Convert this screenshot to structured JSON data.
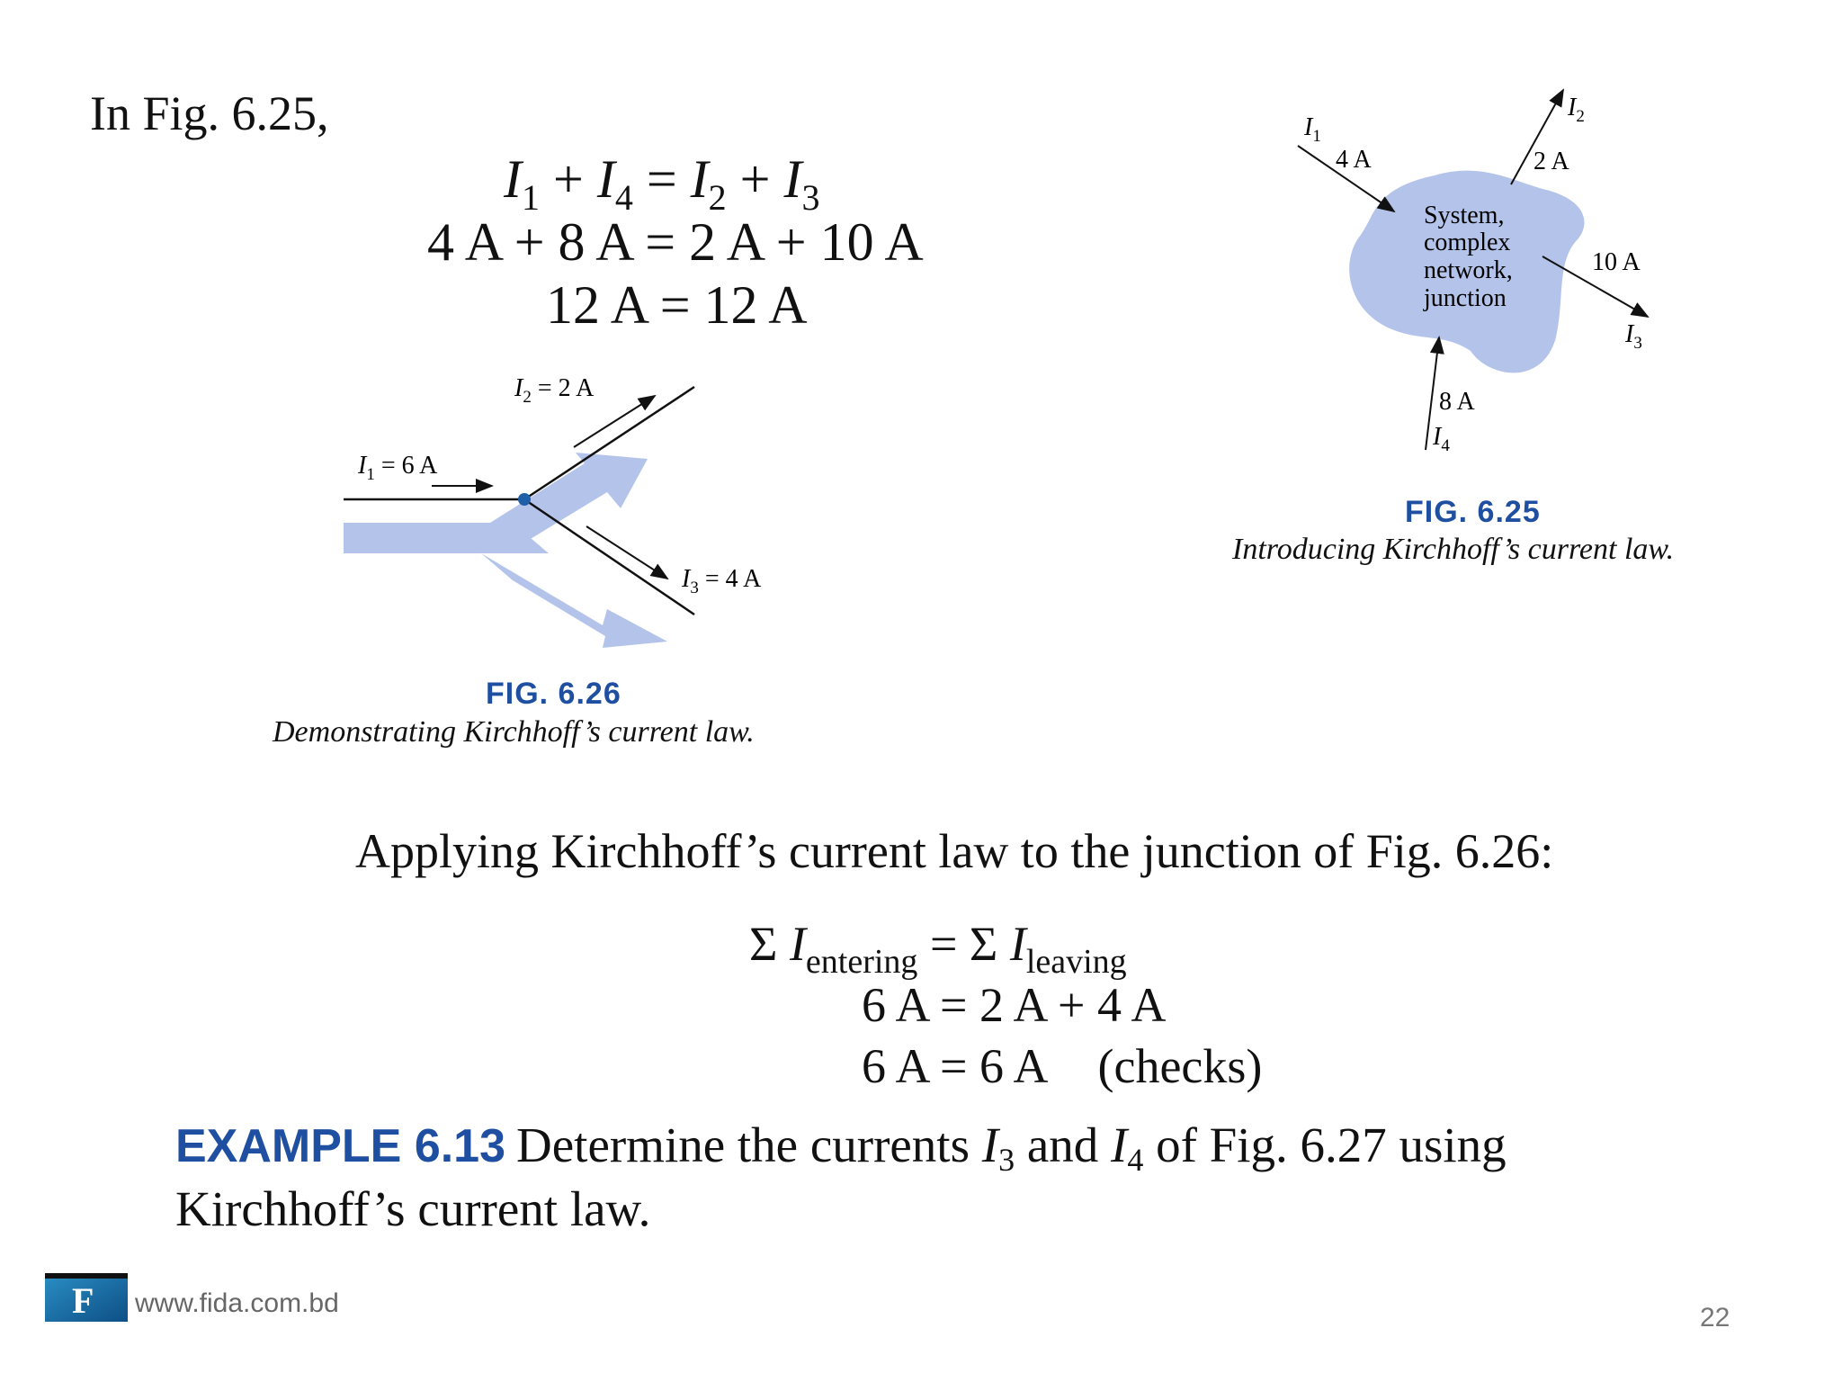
{
  "intro": "In Fig. 6.25,",
  "eq625": {
    "line1": {
      "a": "I",
      "a_sub": "1",
      "op1": " + ",
      "b": "I",
      "b_sub": "4",
      "eq": " = ",
      "c": "I",
      "c_sub": "2",
      "op2": " + ",
      "d": "I",
      "d_sub": "3"
    },
    "line2": "4 A + 8 A = 2 A + 10 A",
    "line3": "12 A = 12 A"
  },
  "fig625": {
    "label": "FIG. 6.25",
    "caption": "Introducing Kirchhoff’s current law.",
    "blob_lines": [
      "System,",
      "complex",
      "network,",
      "junction"
    ],
    "i1": "I",
    "i1_sub": "1",
    "i1_val": "4 A",
    "i2": "I",
    "i2_sub": "2",
    "i2_val": "2 A",
    "i3": "I",
    "i3_sub": "3",
    "i3_val": "10 A",
    "i4": "I",
    "i4_sub": "4",
    "i4_val": "8 A",
    "blob_color": "#b3c3ea"
  },
  "fig626": {
    "label": "FIG. 6.26",
    "caption": "Demonstrating Kirchhoff’s current law.",
    "i1": "I",
    "i1_sub": "1",
    "i1_val": " = 6 A",
    "i2": "I",
    "i2_sub": "2",
    "i2_val": " = 2 A",
    "i3": "I",
    "i3_sub": "3",
    "i3_val": " = 4 A",
    "arrow_color": "#b3c3ea",
    "node_color": "#1f5fa8"
  },
  "applying": "Applying Kirchhoff’s current law to the junction of Fig. 6.26:",
  "eq626": {
    "line1": {
      "sigma1": "Σ ",
      "i1": "I",
      "sub1": "entering",
      "eq": " = ",
      "sigma2": "Σ ",
      "i2": "I",
      "sub2": "leaving"
    },
    "line2": "6 A = 2 A + 4 A",
    "line3_a": "6 A = 6 A",
    "line3_b": "(checks)"
  },
  "example": {
    "label": "EXAMPLE 6.13",
    "t1": "Determine the currents ",
    "i3": "I",
    "i3_sub": "3",
    "t2": " and ",
    "i4": "I",
    "i4_sub": "4",
    "t3": " of Fig. 6.27 using Kirchhoff’s current law."
  },
  "footer": {
    "url": "www.fida.com.bd",
    "page": "22",
    "logo_letter": "F"
  },
  "colors": {
    "accent": "#1f4fa0"
  }
}
